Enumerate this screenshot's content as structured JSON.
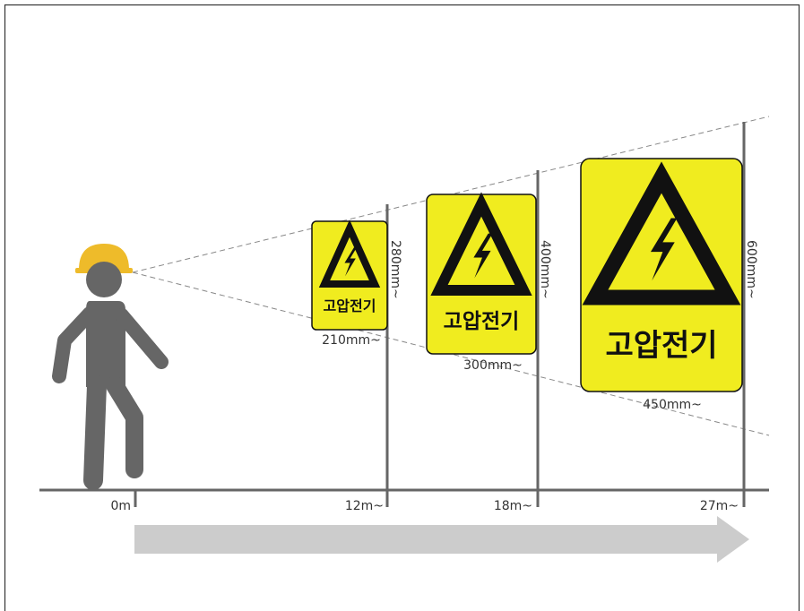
{
  "colors": {
    "border": "#333333",
    "ground": "#666666",
    "pole": "#666666",
    "person": "#666666",
    "helmet": "#eebb2a",
    "sign_yellow": "#f0ec1f",
    "sign_border": "#111111",
    "sight_line": "#888888",
    "arrow": "#cccccc"
  },
  "signs": [
    {
      "text": "고압전기",
      "height_label": "280mm~",
      "width_label": "210mm~",
      "distance_label": "12m~"
    },
    {
      "text": "고압전기",
      "height_label": "400mm~",
      "width_label": "300mm~",
      "distance_label": "18m~"
    },
    {
      "text": "고압전기",
      "height_label": "600mm~",
      "width_label": "450mm~",
      "distance_label": "27m~"
    }
  ],
  "origin_label": "0m",
  "icons": {
    "person": "worker-with-helmet-icon",
    "warning": "high-voltage-warning-icon",
    "arrow": "right-arrow-icon"
  }
}
